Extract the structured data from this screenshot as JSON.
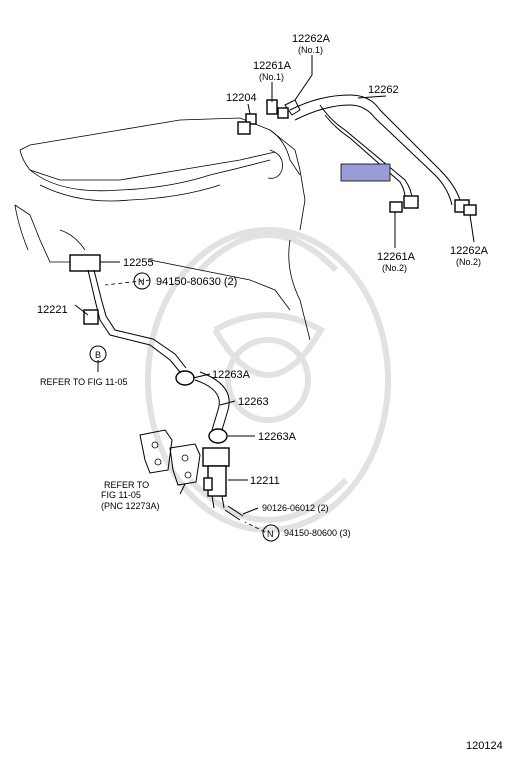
{
  "labels": {
    "l12262A_1": "12262A",
    "l12262A_1_sub": "(No.1)",
    "l12261A_1": "12261A",
    "l12261A_1_sub": "(No.1)",
    "l12204": "12204",
    "l12262": "12262",
    "l12261A_2": "12261A",
    "l12261A_2_sub": "(No.2)",
    "l12262A_2": "12262A",
    "l12262A_2_sub": "(No.2)",
    "l12255": "12255",
    "l94150_80630": "94150-80630 (2)",
    "l12221": "12221",
    "lRefer1": "REFER TO FIG 11-05",
    "l12263A_1": "12263A",
    "l12263": "12263",
    "l12263A_2": "12263A",
    "l12211": "12211",
    "lRefer2_1": "REFER TO",
    "lRefer2_2": "FIG 11-05",
    "lRefer2_3": "(PNC 12273A)",
    "l90126": "90126-06012 (2)",
    "l94150_80600": "94150-80600 (3)",
    "circleN1": "N",
    "circleB": "B",
    "circleN2": "N",
    "figNumber": "120124"
  },
  "colors": {
    "highlight": "#9b9bd8",
    "watermark": "#e2e2e2"
  }
}
